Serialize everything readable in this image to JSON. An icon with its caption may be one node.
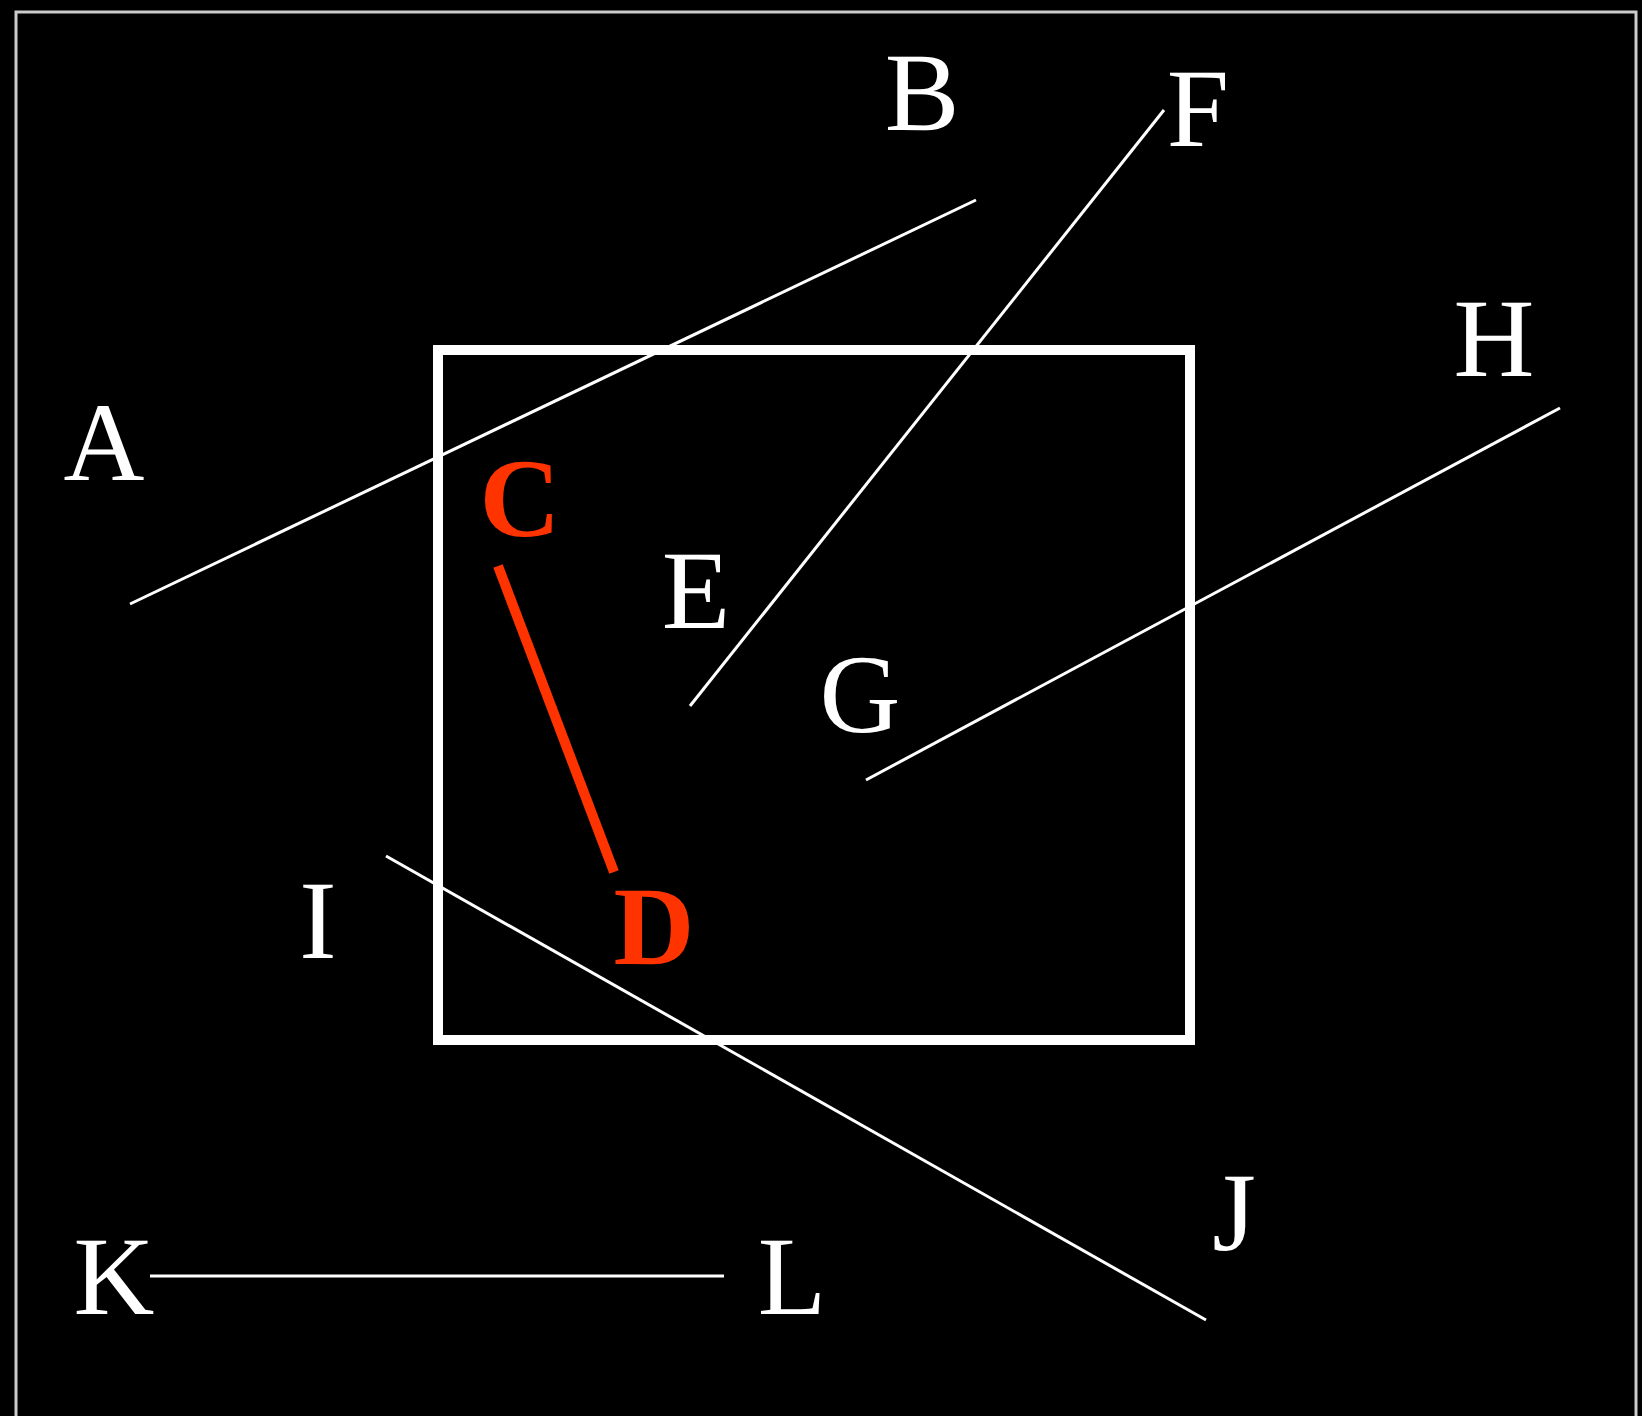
{
  "diagram": {
    "nodes": [
      {
        "text": [
          "A"
        ]
      },
      {
        "text": [
          "B"
        ]
      },
      {
        "text": [
          "C"
        ]
      },
      {
        "text": [
          "D"
        ]
      },
      {
        "text": [
          "E"
        ]
      },
      {
        "text": [
          "F"
        ]
      },
      {
        "text": [
          "G"
        ]
      },
      {
        "text": [
          "H"
        ]
      },
      {
        "text": [
          "I"
        ]
      },
      {
        "text": [
          "J"
        ]
      },
      {
        "text": [
          "K"
        ]
      },
      {
        "text": [
          "L"
        ]
      }
    ],
    "edges": [
      {
        "from": 0,
        "to": 1,
        "arrow": "none"
      },
      {
        "from": 2,
        "to": 3,
        "arrow": "none",
        "style": "thick",
        "color": "#ff3300"
      },
      {
        "from": 4,
        "to": 5,
        "arrow": "none"
      },
      {
        "from": 6,
        "to": 7,
        "arrow": "none"
      },
      {
        "from": 8,
        "to": 9,
        "arrow": "none"
      },
      {
        "from": 10,
        "to": 11,
        "arrow": "none"
      }
    ]
  }
}
